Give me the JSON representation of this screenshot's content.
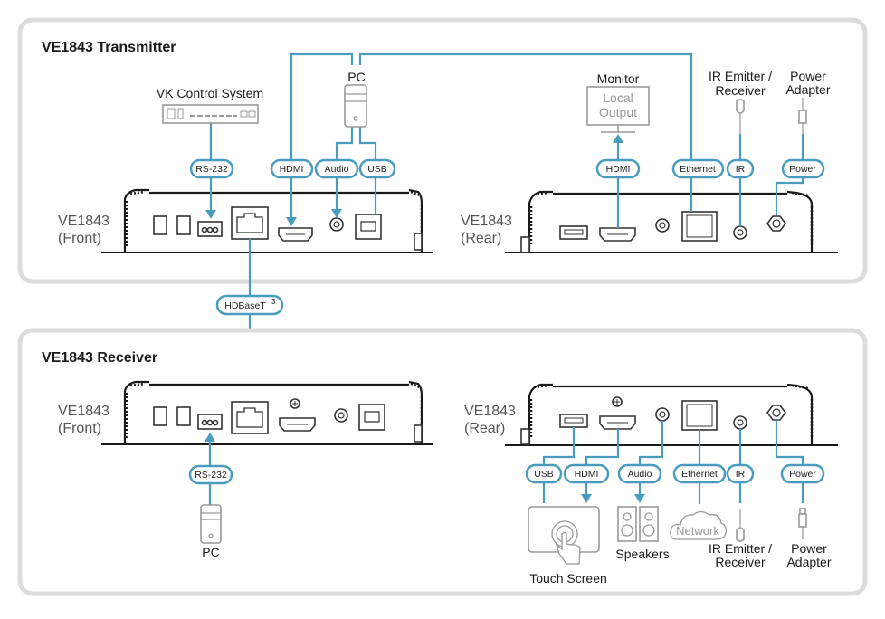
{
  "transmitter": {
    "title": "VE1843 Transmitter",
    "front_label": [
      "VE1843",
      "(Front)"
    ],
    "rear_label": [
      "VE1843",
      "(Rear)"
    ],
    "devices": {
      "vk_control": "VK Control System",
      "pc": "PC",
      "monitor": "Monitor",
      "monitor_screen": [
        "Local",
        "Output"
      ],
      "ir": [
        "IR Emitter /",
        "Receiver"
      ],
      "power": [
        "Power",
        "Adapter"
      ]
    },
    "connectors": {
      "rs232": "RS-232",
      "hdmi_in": "HDMI",
      "audio": "Audio",
      "usb": "USB",
      "hdmi_out": "HDMI",
      "ethernet": "Ethernet",
      "ir": "IR",
      "power": "Power"
    }
  },
  "link": {
    "label": "HDBaseT",
    "superscript": "3"
  },
  "receiver": {
    "title": "VE1843 Receiver",
    "front_label": [
      "VE1843",
      "(Front)"
    ],
    "rear_label": [
      "VE1843",
      "(Rear)"
    ],
    "devices": {
      "pc": "PC",
      "touch_screen": "Touch Screen",
      "speakers": "Speakers",
      "network": "Network",
      "ir": [
        "IR Emitter /",
        "Receiver"
      ],
      "power": [
        "Power",
        "Adapter"
      ]
    },
    "connectors": {
      "rs232": "RS-232",
      "usb": "USB",
      "hdmi": "HDMI",
      "audio": "Audio",
      "ethernet": "Ethernet",
      "ir": "IR",
      "power": "Power"
    }
  },
  "colors": {
    "wire": "#4a9cbf",
    "panel_border": "#dcdcdc",
    "device_gray": "#999999"
  }
}
